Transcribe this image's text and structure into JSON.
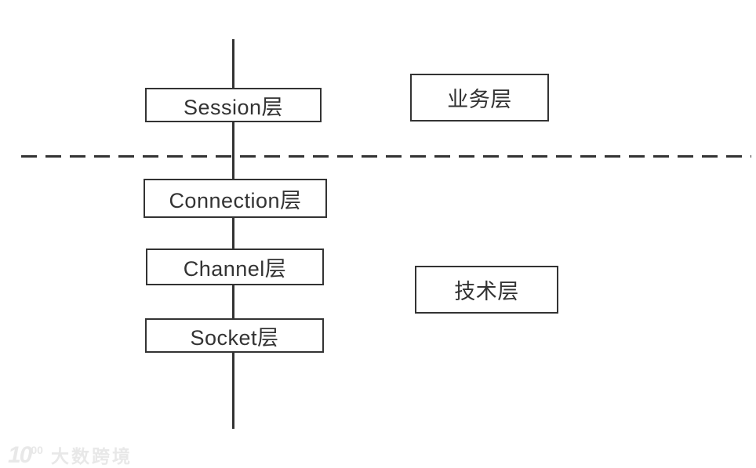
{
  "diagram": {
    "stack_boxes": [
      {
        "id": "session",
        "label": "Session层"
      },
      {
        "id": "connection",
        "label": "Connection层"
      },
      {
        "id": "channel",
        "label": "Channel层"
      },
      {
        "id": "socket",
        "label": "Socket层"
      }
    ],
    "side_labels": [
      {
        "id": "business",
        "label": "业务层"
      },
      {
        "id": "tech",
        "label": "技术层"
      }
    ],
    "colors": {
      "line": "#333333",
      "box_border": "#333333",
      "text": "#333333",
      "background": "#ffffff",
      "watermark": "#e8e8e8"
    }
  },
  "watermark": {
    "logo_base": "10",
    "logo_sup": "00",
    "brand": "大数跨境"
  }
}
